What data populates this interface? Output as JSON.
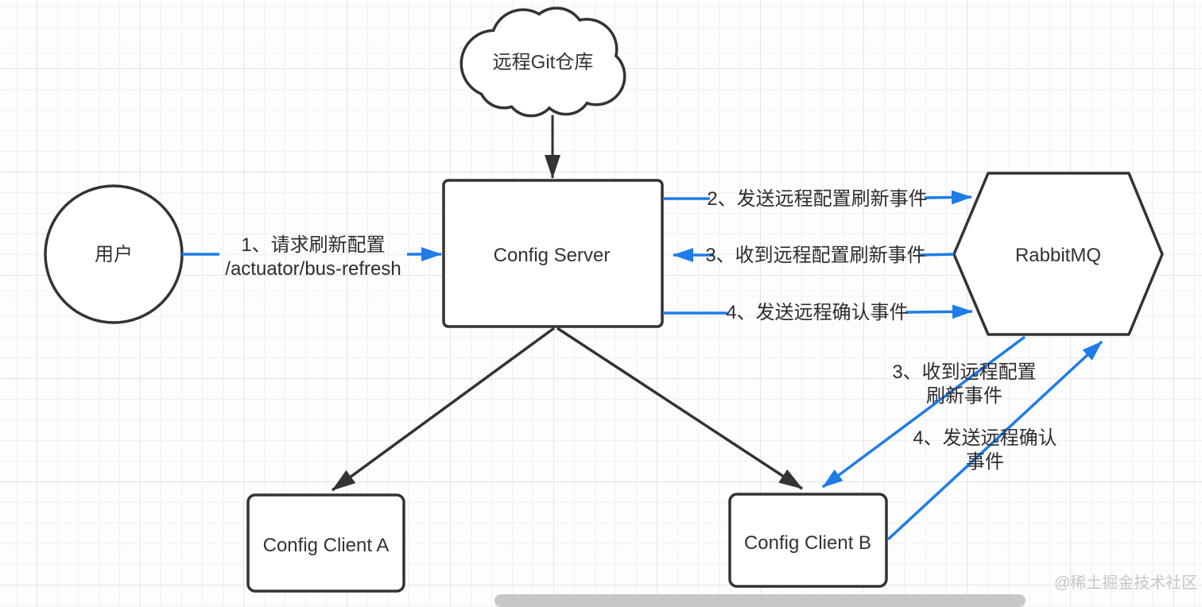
{
  "nodes": {
    "git_repo": {
      "label": "远程Git仓库",
      "shape": "cloud"
    },
    "user": {
      "label": "用户",
      "shape": "circle"
    },
    "config_server": {
      "label": "Config Server",
      "shape": "rect"
    },
    "rabbitmq": {
      "label": "RabbitMQ",
      "shape": "hexagon"
    },
    "config_client_a": {
      "label": "Config Client A",
      "shape": "rect"
    },
    "config_client_b": {
      "label": "Config Client B",
      "shape": "rect"
    }
  },
  "edges": {
    "user_request": {
      "label_line1": "1、请求刷新配置",
      "label_line2": "/actuator/bus-refresh"
    },
    "send_refresh": {
      "label": "2、发送远程配置刷新事件"
    },
    "recv_refresh": {
      "label": "3、收到远程配置刷新事件"
    },
    "send_ack": {
      "label": "4、发送远程确认事件"
    },
    "client_recv_refresh": {
      "label_line1": "3、收到远程配置",
      "label_line2": "刷新事件"
    },
    "client_send_ack": {
      "label_line1": "4、发送远程确认",
      "label_line2": "事件"
    }
  },
  "watermark": "@稀土掘金技术社区",
  "colors": {
    "arrow_blue": "#1e7ce8",
    "stroke_dark": "#333333",
    "watermark_gray": "#c7c7c7",
    "grid_minor": "#f0f0f4",
    "grid_major": "#e4e4ea"
  }
}
